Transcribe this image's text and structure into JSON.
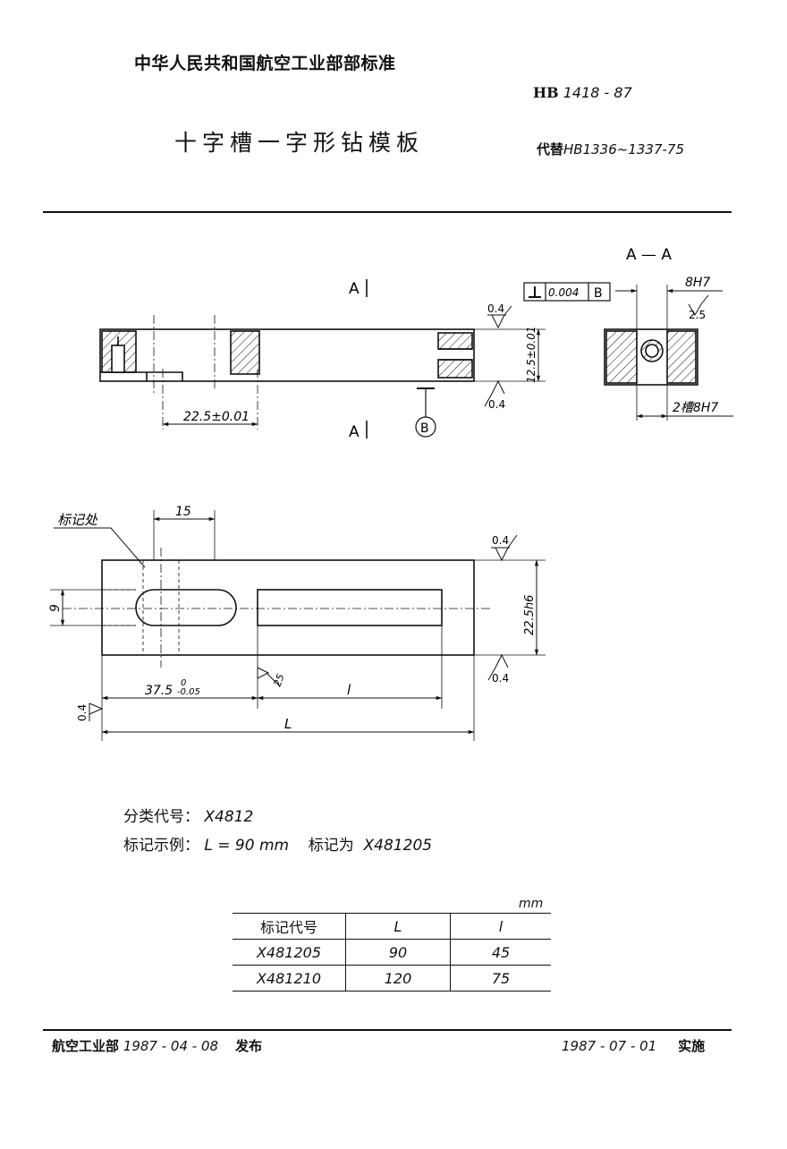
{
  "header": {
    "organization": "中华人民共和国航空工业部部标准",
    "code_prefix": "HB",
    "code_number": "1418 - 87",
    "title": "十字槽一字形钻模板",
    "replaces_prefix": "代替",
    "replaces_value": "HB1336~1337-75"
  },
  "drawing": {
    "section_label": "A — A",
    "section_mark_top": "A",
    "section_mark_bottom": "A",
    "datum_label": "B",
    "perpendicularity_value": "0.004",
    "perpendicularity_datum": "B",
    "dim_bore": "8H7",
    "roughness_2_5": "2.5",
    "dim_slot": "2槽8H7",
    "dim_pitch": "22.5±0.01",
    "dim_height": "12.5±0.01",
    "roughness_0_4": "0.4",
    "mark_place": "标记处",
    "dim_15": "15",
    "dim_9": "9",
    "dim_width": "22.5h6",
    "dim_offset": "37.5",
    "dim_offset_upper": "0",
    "dim_offset_lower": "-0.05",
    "roughness_25": "25",
    "dim_l": "l",
    "dim_L": "L"
  },
  "info": {
    "classification_label": "分类代号：",
    "classification_value": "X4812",
    "example_label": "标记示例：",
    "example_value": "L = 90 mm",
    "example_mark_label": "标记为",
    "example_mark_value": "X481205"
  },
  "table": {
    "unit": "mm",
    "headers": [
      "标记代号",
      "L",
      "l"
    ],
    "rows": [
      [
        "X481205",
        "90",
        "45"
      ],
      [
        "X481210",
        "120",
        "75"
      ]
    ]
  },
  "footer": {
    "issuer": "航空工业部",
    "issue_date": "1987 - 04 - 08",
    "issue_label": "发布",
    "effective_date": "1987 - 07 - 01",
    "effective_label": "实施"
  }
}
